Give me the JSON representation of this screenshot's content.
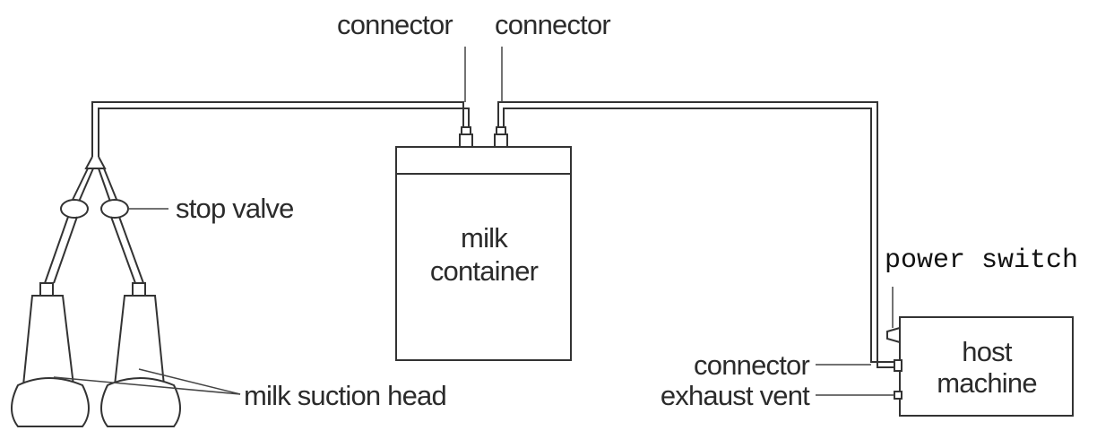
{
  "labels": {
    "connector_top_left": "connector",
    "connector_top_right": "connector",
    "stop_valve": "stop valve",
    "milk_container_line1": "milk",
    "milk_container_line2": "container",
    "power_switch": "power switch",
    "host_machine_line1": "host",
    "host_machine_line2": "machine",
    "connector_host": "connector",
    "exhaust_vent": "exhaust vent",
    "milk_suction_head": "milk suction head"
  }
}
